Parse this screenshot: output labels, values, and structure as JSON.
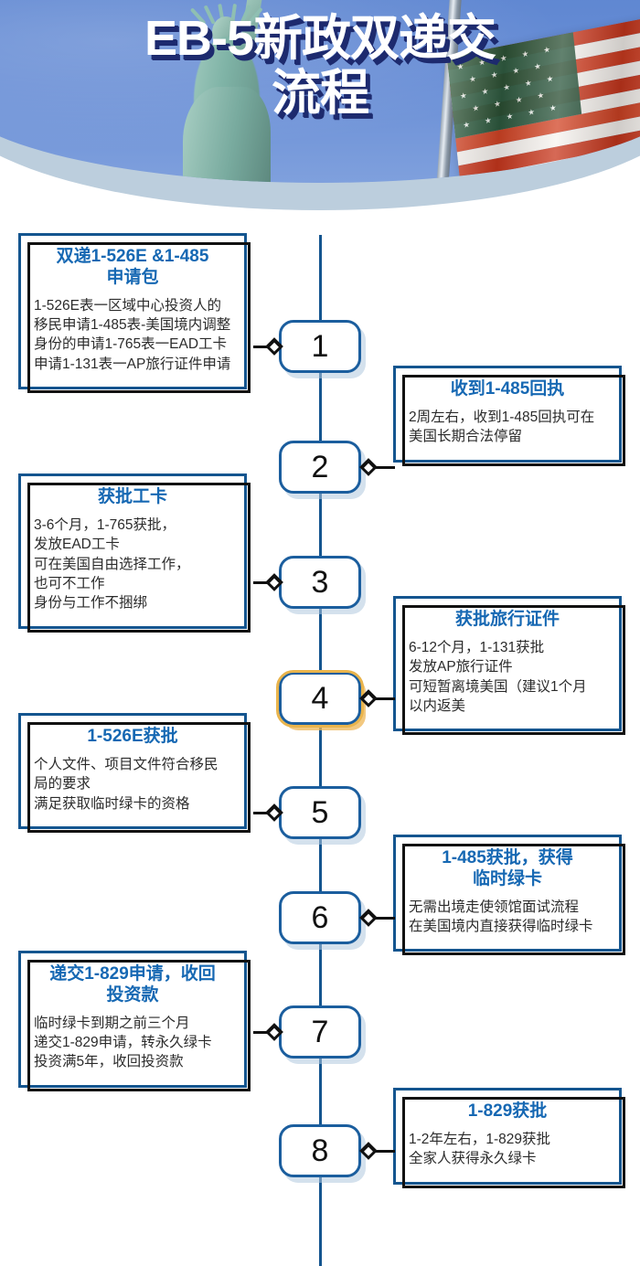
{
  "header": {
    "title_line1": "EB-5新政双递交",
    "title_line2": "流程",
    "image_alt": "statue-of-liberty-and-american-flag"
  },
  "colors": {
    "spine": "#14558f",
    "card_border": "#14558f",
    "card_shadow": "#111111",
    "card_title": "#1668b3",
    "badge_border": "#1b5e9e",
    "badge_accent": "#e9b44c",
    "header_band": "#bccedd",
    "title_shadow": "#1d2a6e"
  },
  "steps": [
    {
      "number": "1",
      "side": "left",
      "title": "双递1-526E &1-485\n申请包",
      "body": "1-526E表一区域中心投资人的移民申请1-485表-美国境内调整身份的申请1-765表一EAD工卡申请1-131表一AP旅行证件申请"
    },
    {
      "number": "2",
      "side": "right",
      "title": "收到1-485回执",
      "body": "2周左右，收到1-485回执可在美国长期合法停留"
    },
    {
      "number": "3",
      "side": "left",
      "title": "获批工卡",
      "body": "3-6个月，1-765获批，\n发放EAD工卡\n可在美国自由选择工作，\n也可不工作\n身份与工作不捆绑"
    },
    {
      "number": "4",
      "side": "right",
      "title": "获批旅行证件",
      "body": "6-12个月，1-131获批\n发放AP旅行证件\n可短暂离境美国（建议1个月\n以内返美"
    },
    {
      "number": "5",
      "side": "left",
      "title": "1-526E获批",
      "body": "个人文件、项目文件符合移民局的要求\n满足获取临时绿卡的资格"
    },
    {
      "number": "6",
      "side": "right",
      "title": "1-485获批，获得\n临时绿卡",
      "body": "无需出境走使领馆面试流程\n在美国境内直接获得临时绿卡"
    },
    {
      "number": "7",
      "side": "left",
      "title": "递交1-829申请，收回\n投资款",
      "body": "临时绿卡到期之前三个月\n递交1-829申请，转永久绿卡\n投资满5年，收回投资款"
    },
    {
      "number": "8",
      "side": "right",
      "title": "1-829获批",
      "body": "1-2年左右，1-829获批\n全家人获得永久绿卡"
    }
  ]
}
